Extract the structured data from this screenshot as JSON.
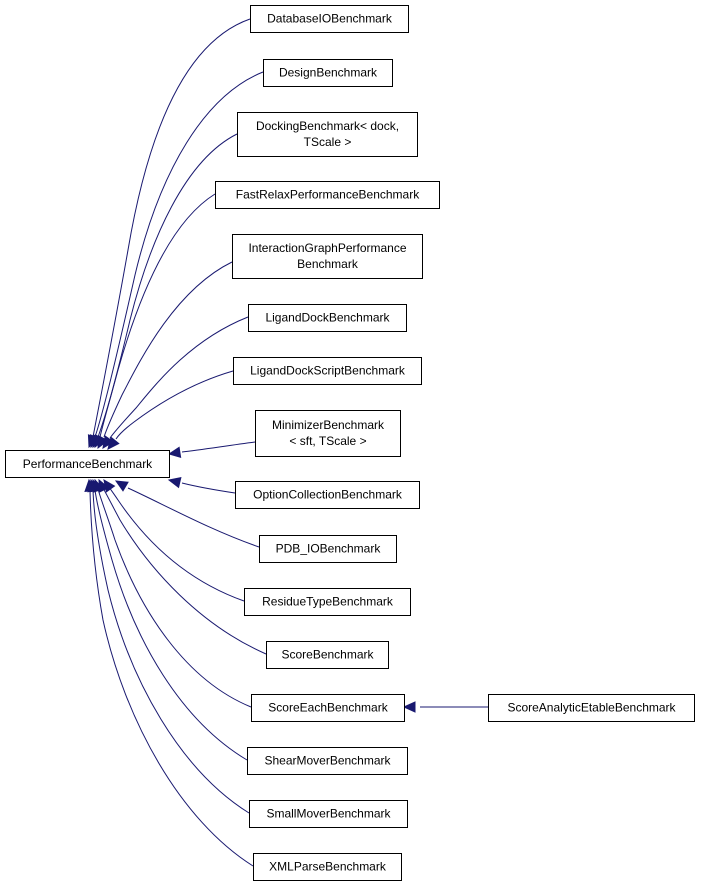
{
  "diagram": {
    "root": "PerformanceBenchmark",
    "edge_color": "#191970",
    "nodes": [
      {
        "id": "db",
        "lines": [
          "DatabaseIOBenchmark"
        ]
      },
      {
        "id": "design",
        "lines": [
          "DesignBenchmark"
        ]
      },
      {
        "id": "docking",
        "lines": [
          "DockingBenchmark< dock,",
          "TScale >"
        ]
      },
      {
        "id": "fastrelax",
        "lines": [
          "FastRelaxPerformanceBenchmark"
        ]
      },
      {
        "id": "interaction",
        "lines": [
          "InteractionGraphPerformance",
          "Benchmark"
        ]
      },
      {
        "id": "ligand",
        "lines": [
          "LigandDockBenchmark"
        ]
      },
      {
        "id": "ligandscript",
        "lines": [
          "LigandDockScriptBenchmark"
        ]
      },
      {
        "id": "minimizer",
        "lines": [
          "MinimizerBenchmark",
          "< sft, TScale >"
        ]
      },
      {
        "id": "option",
        "lines": [
          "OptionCollectionBenchmark"
        ]
      },
      {
        "id": "pdb",
        "lines": [
          "PDB_IOBenchmark"
        ]
      },
      {
        "id": "residue",
        "lines": [
          "ResidueTypeBenchmark"
        ]
      },
      {
        "id": "score",
        "lines": [
          "ScoreBenchmark"
        ]
      },
      {
        "id": "scoreeach",
        "lines": [
          "ScoreEachBenchmark"
        ]
      },
      {
        "id": "shear",
        "lines": [
          "ShearMoverBenchmark"
        ]
      },
      {
        "id": "small",
        "lines": [
          "SmallMoverBenchmark"
        ]
      },
      {
        "id": "xml",
        "lines": [
          "XMLParseBenchmark"
        ]
      },
      {
        "id": "analytic",
        "lines": [
          "ScoreAnalyticEtableBenchmark"
        ]
      }
    ],
    "edges": [
      {
        "from": "db",
        "to": "root"
      },
      {
        "from": "design",
        "to": "root"
      },
      {
        "from": "docking",
        "to": "root"
      },
      {
        "from": "fastrelax",
        "to": "root"
      },
      {
        "from": "interaction",
        "to": "root"
      },
      {
        "from": "ligand",
        "to": "root"
      },
      {
        "from": "ligandscript",
        "to": "root"
      },
      {
        "from": "minimizer",
        "to": "root"
      },
      {
        "from": "option",
        "to": "root"
      },
      {
        "from": "pdb",
        "to": "root"
      },
      {
        "from": "residue",
        "to": "root"
      },
      {
        "from": "score",
        "to": "root"
      },
      {
        "from": "scoreeach",
        "to": "root"
      },
      {
        "from": "shear",
        "to": "root"
      },
      {
        "from": "small",
        "to": "root"
      },
      {
        "from": "xml",
        "to": "root"
      },
      {
        "from": "analytic",
        "to": "scoreeach"
      }
    ]
  }
}
